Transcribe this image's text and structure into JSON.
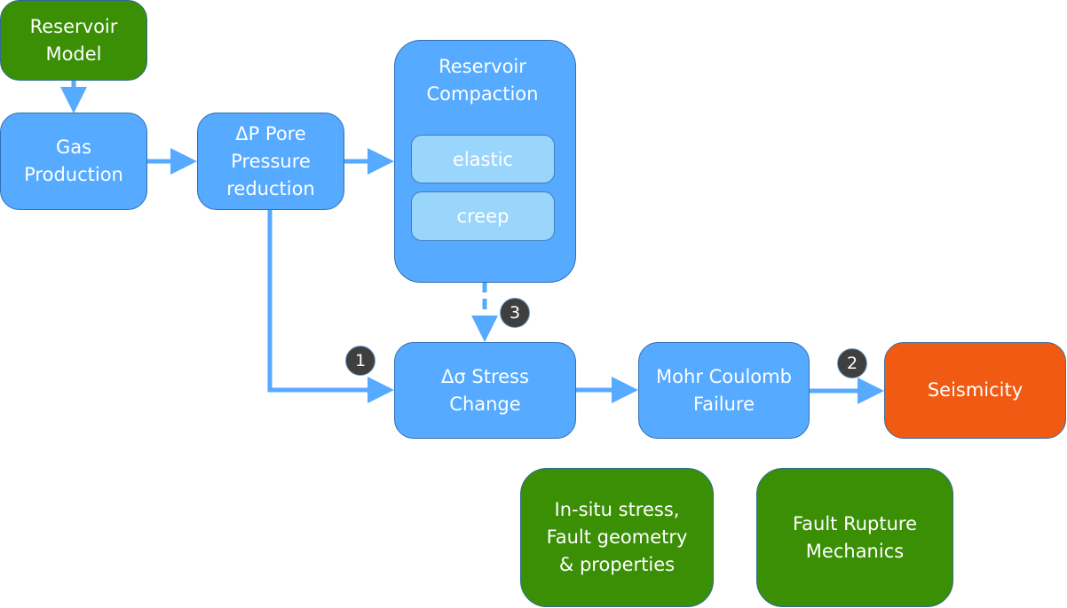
{
  "diagram": {
    "nodes": {
      "reservoir_model": "Reservoir\nModel",
      "gas_production": "Gas\nProduction",
      "pore_pressure": "ΔP Pore\nPressure\nreduction",
      "reservoir_compaction": "Reservoir\nCompaction",
      "elastic": "elastic",
      "creep": "creep",
      "stress_change": "Δσ  Stress\nChange",
      "mohr_coulomb": "Mohr Coulomb\nFailure",
      "seismicity": "Seismicity",
      "insitu_stress": "In-situ stress,\nFault  geometry\n& properties",
      "fault_rupture": "Fault  Rupture\nMechanics"
    },
    "badges": {
      "one": "1",
      "two": "2",
      "three": "3"
    },
    "colors": {
      "process_blue": "#56aaff",
      "input_green": "#3a8f05",
      "output_orange": "#f05a12",
      "sub_light_blue": "#9ad5fb",
      "badge_dark": "#3f3f3f",
      "arrow_blue": "#56aaff"
    },
    "edges": [
      {
        "from": "reservoir_model",
        "to": "gas_production",
        "style": "solid"
      },
      {
        "from": "gas_production",
        "to": "pore_pressure",
        "style": "solid"
      },
      {
        "from": "pore_pressure",
        "to": "reservoir_compaction",
        "style": "solid"
      },
      {
        "from": "pore_pressure",
        "to": "stress_change",
        "style": "solid",
        "badge": "1"
      },
      {
        "from": "reservoir_compaction",
        "to": "stress_change",
        "style": "dashed",
        "badge": "3"
      },
      {
        "from": "stress_change",
        "to": "mohr_coulomb",
        "style": "solid"
      },
      {
        "from": "mohr_coulomb",
        "to": "seismicity",
        "style": "solid",
        "badge": "2"
      }
    ]
  }
}
